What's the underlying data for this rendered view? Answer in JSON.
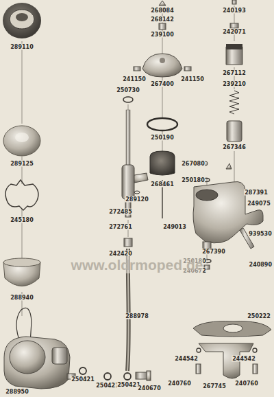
{
  "diagram": {
    "labels": [
      "289110",
      "289125",
      "245180",
      "288940",
      "288950",
      "250421",
      "250730",
      "272485",
      "272761",
      "242420",
      "288978",
      "250421",
      "250421",
      "240670",
      "268084",
      "268142",
      "239100",
      "241150",
      "241150",
      "267400",
      "250190",
      "268461",
      "289120",
      "249013",
      "240193",
      "242071",
      "267112",
      "239210",
      "267346",
      "267080",
      "250180",
      "287391",
      "249075",
      "267390",
      "939530",
      "250180",
      "240672",
      "240890",
      "250222",
      "244542",
      "244542",
      "240760",
      "267745",
      "240760",
      "www.oldrmoped.de"
    ]
  }
}
